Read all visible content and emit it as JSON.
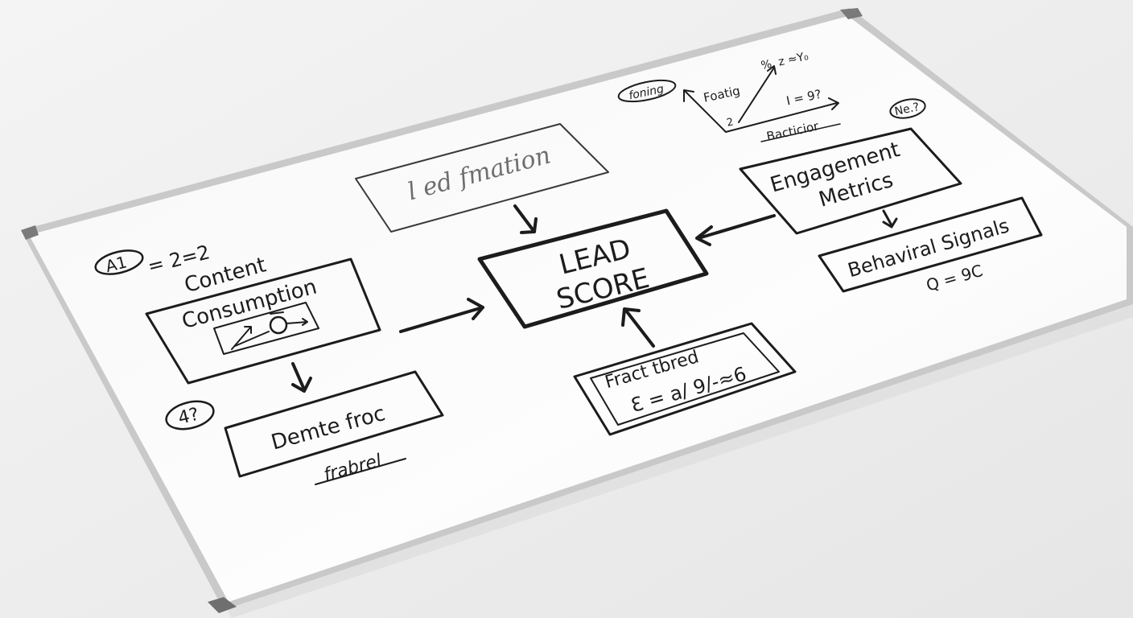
{
  "colors": {
    "background": "#eeeeee",
    "board": "#fbfbfb",
    "frame": "#c9c9c9",
    "ink": "#1c1c1c",
    "faded_ink": "#6e6e6e"
  },
  "diagram": {
    "center": {
      "line1": "LEAD",
      "line2": "SCORE"
    },
    "top_box": {
      "label": "l ed fmation"
    },
    "left": {
      "tag": "A1",
      "equation": "= 2=2",
      "title_line1": "Content",
      "title_line2": "Consumption"
    },
    "bottom_left": {
      "tag": "4?",
      "label": "Demte froc",
      "underline_text": "frabrel"
    },
    "bottom_center": {
      "line1": "Fract tbred",
      "line2": "ℇ = a/ 9/-≈6"
    },
    "right_top": {
      "label_line1": "Engagement",
      "label_line2": "Metrics"
    },
    "right_bottom": {
      "label": "Behaviral Signals",
      "equation": "Q = 9C"
    },
    "graph": {
      "tag": "foning",
      "top_right_text": "%. z ≈Y₀",
      "left_label": "Foatig",
      "right_label": "I = 9?",
      "origin_label": "2",
      "x_label": "Bacticior",
      "note": "Ne.?"
    }
  }
}
